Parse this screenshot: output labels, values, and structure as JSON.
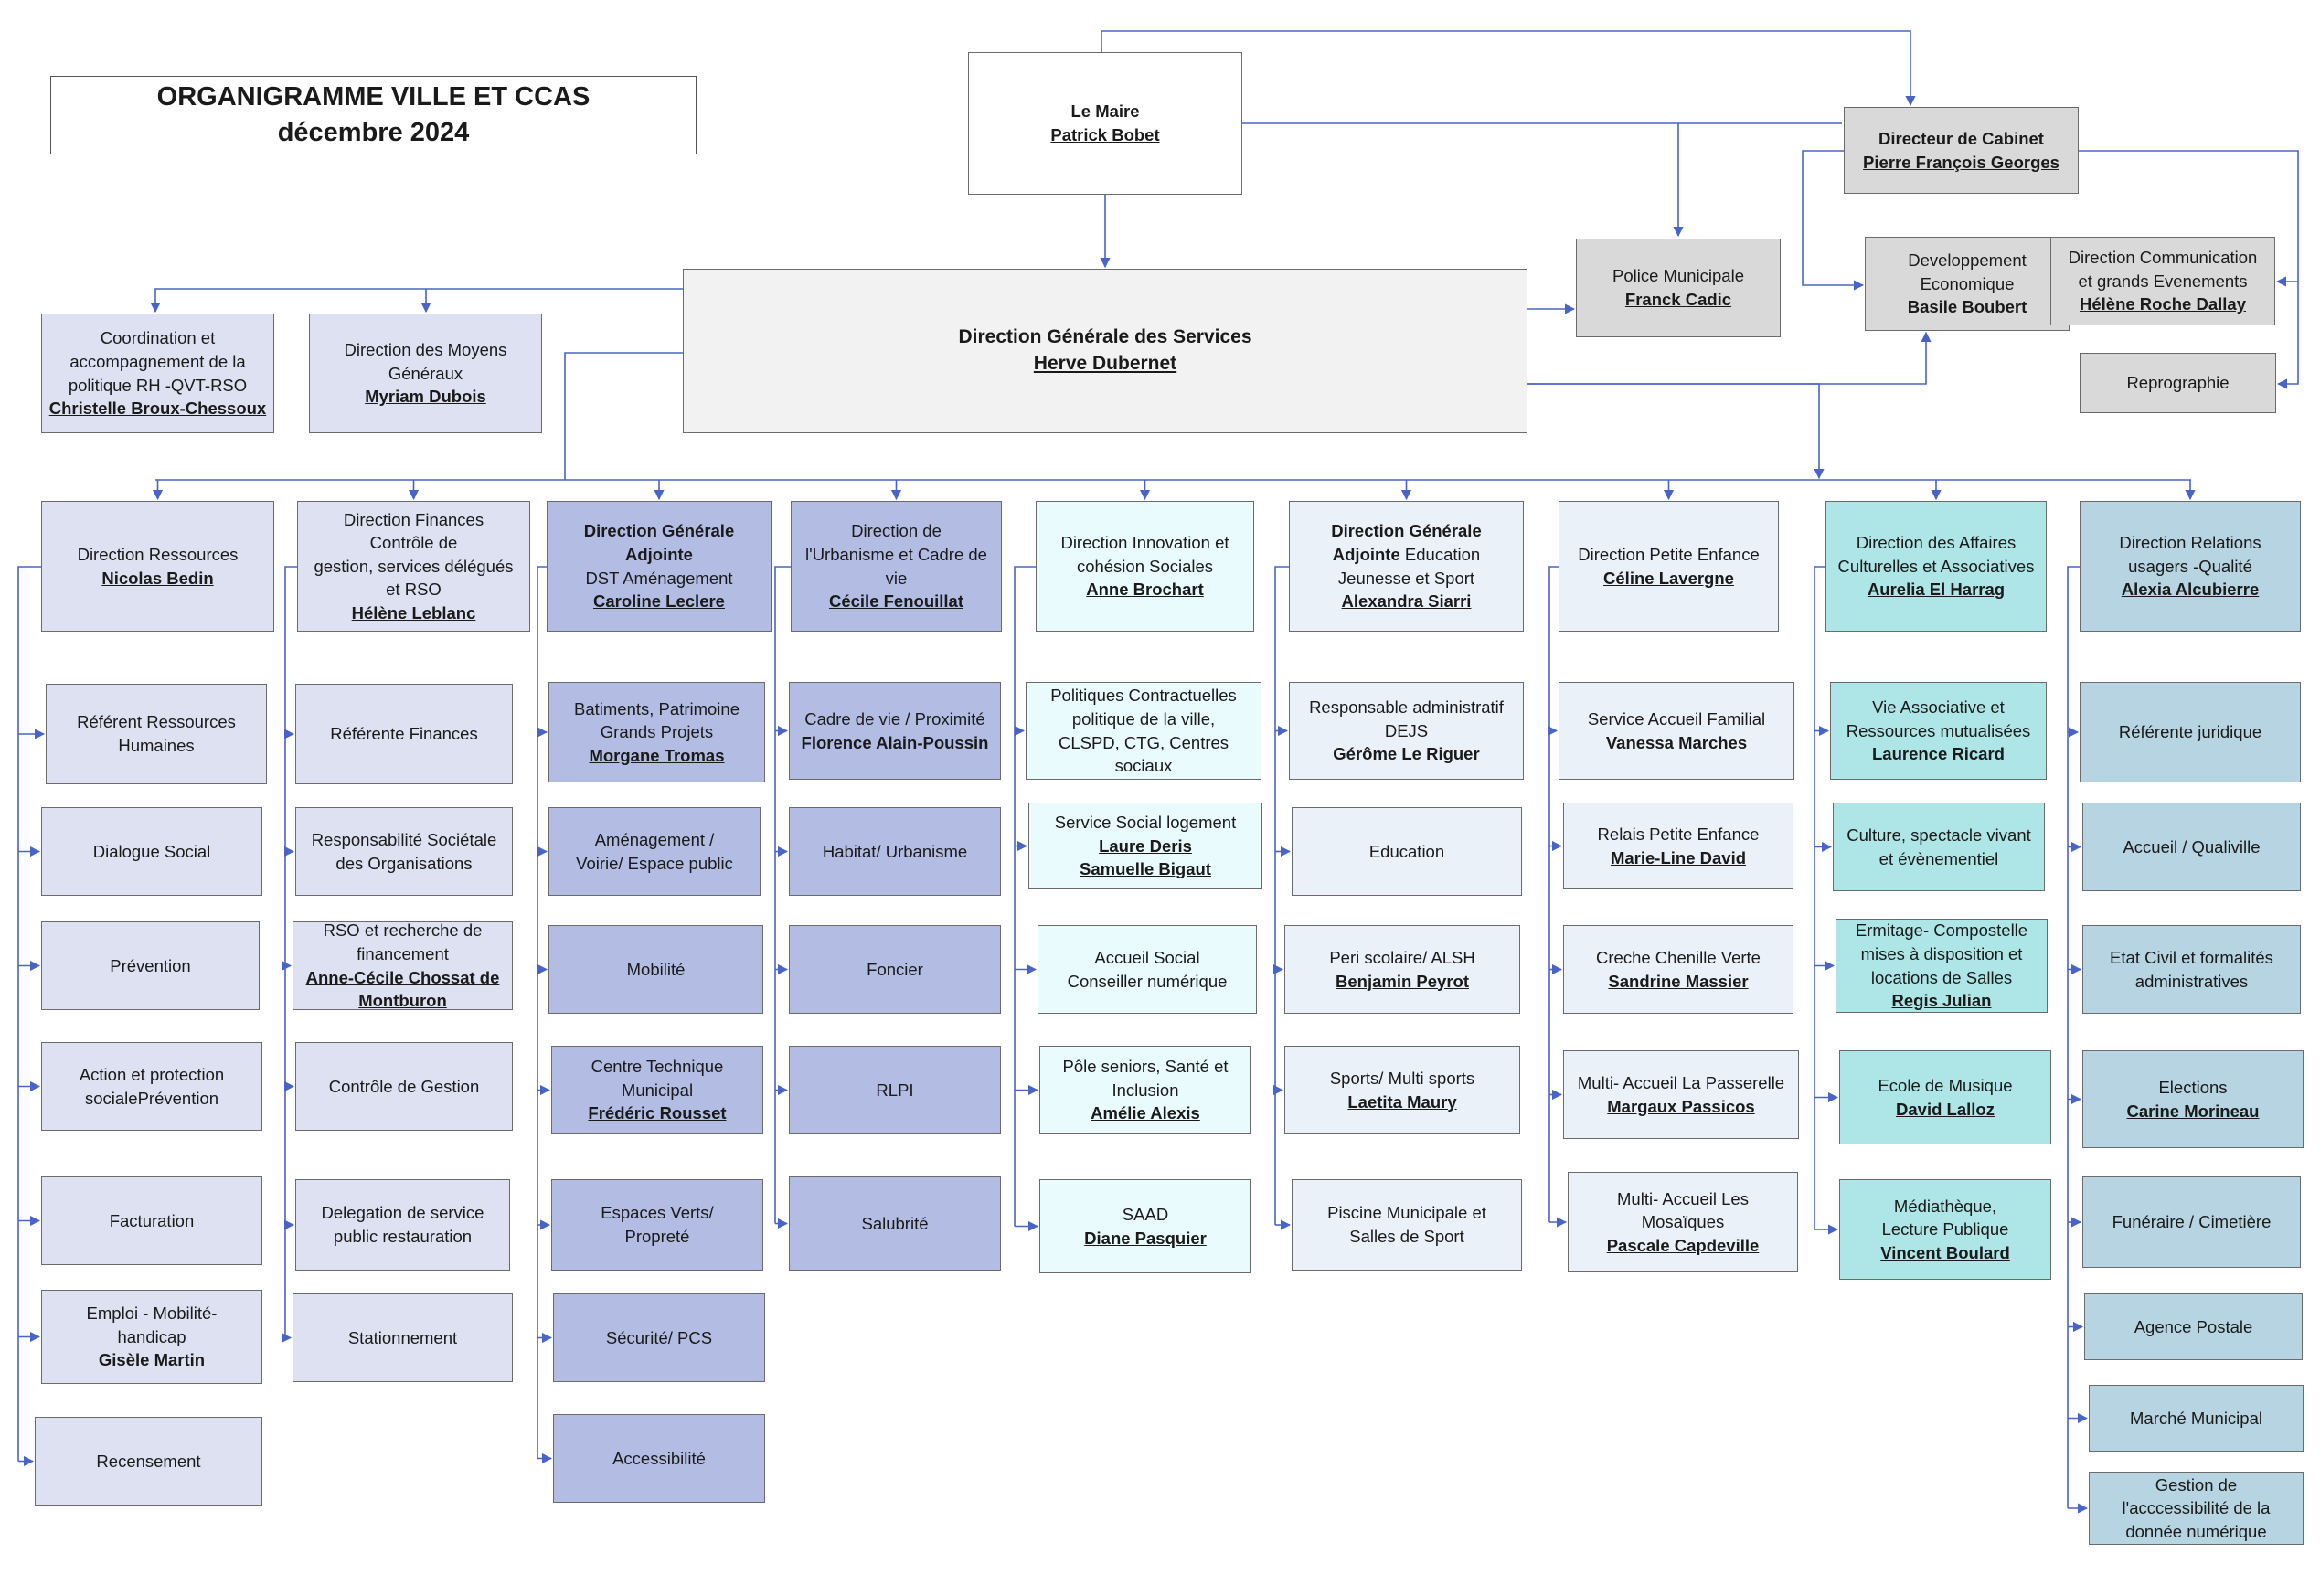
{
  "title": {
    "line1": "ORGANIGRAMME VILLE ET CCAS",
    "line2": "décembre 2024"
  },
  "colors": {
    "line": "#4a63c6",
    "border": "#6b6b6b"
  },
  "top": {
    "maire": {
      "title": "Le Maire",
      "name": "Patrick Bobet"
    },
    "cabinet": {
      "title": "Directeur de Cabinet",
      "name": "Pierre François Georges"
    },
    "police": {
      "title": "Police Municipale",
      "name": "Franck Cadic"
    },
    "dev_eco": {
      "title": "Developpement\nEconomique",
      "name": "Basile Boubert"
    },
    "communication": {
      "title": "Direction  Communication\net grands Evenements",
      "name": "Hélène Roche Dallay"
    },
    "repro": {
      "title": "Reprographie"
    },
    "dgs": {
      "title": "Direction Générale des Services",
      "name": "Herve Dubernet"
    },
    "coordination": {
      "title": "Coordination et\naccompagnement de la\npolitique RH -QVT-RSO",
      "name": "Christelle Broux-Chessoux"
    },
    "moyens": {
      "title": "Direction des Moyens\nGénéraux",
      "name": "Myriam Dubois"
    }
  },
  "columns": [
    {
      "head": {
        "title": "Direction  Ressources",
        "name": "Nicolas Bedin "
      },
      "items": [
        {
          "title": "Référent Ressources\nHumaines"
        },
        {
          "title": "Dialogue Social"
        },
        {
          "title": "Prévention"
        },
        {
          "title": "Action et protection\nsocialePrévention"
        },
        {
          "title": "Facturation"
        },
        {
          "title": "Emploi - Mobilité-\nhandicap",
          "name": "Gisèle Martin"
        },
        {
          "title": "Recensement"
        }
      ]
    },
    {
      "head": {
        "title": "Direction Finances\nContrôle de\ngestion,  services délégués\net RSO",
        "name": "Hélène Leblanc"
      },
      "items": [
        {
          "title": "Référente Finances"
        },
        {
          "title": "Responsabilité Sociétale\ndes Organisations"
        },
        {
          "title": "RSO et recherche de\nfinancement",
          "name": "Anne-Cécile Chossat de\nMontburon"
        },
        {
          "title": "Contrôle de Gestion"
        },
        {
          "title": "Delegation de service\npublic restauration"
        },
        {
          "title": "Stationnement"
        }
      ]
    },
    {
      "head": {
        "bold": "Direction Générale\nAdjointe",
        "title": "DST Aménagement",
        "name": "Caroline Leclere"
      },
      "items": [
        {
          "title": "Batiments, Patrimoine\nGrands Projets",
          "name": "Morgane Tromas"
        },
        {
          "title": "Aménagement /\nVoirie/ Espace public"
        },
        {
          "title": "Mobilité"
        },
        {
          "title": "Centre Technique\nMunicipal",
          "name": "Frédéric Rousset"
        },
        {
          "title": "Espaces Verts/\nPropreté"
        },
        {
          "title": "Sécurité/ PCS"
        },
        {
          "title": "Accessibilité"
        }
      ]
    },
    {
      "head": {
        "title": "Direction de\nl'Urbanisme et Cadre de\nvie",
        "name": "Cécile Fenouillat"
      },
      "items": [
        {
          "title": "Cadre de vie / Proximité",
          "name": "Florence Alain-Poussin"
        },
        {
          "title": "Habitat/ Urbanisme"
        },
        {
          "title": "Foncier"
        },
        {
          "title": "RLPI"
        },
        {
          "title": "Salubrité"
        }
      ]
    },
    {
      "head": {
        "title": "Direction Innovation et\ncohésion Sociales",
        "name": "Anne Brochart"
      },
      "items": [
        {
          "title": "Politiques Contractuelles\npolitique de la ville,\nCLSPD, CTG, Centres\nsociaux"
        },
        {
          "title": "Service Social  logement",
          "name": "Laure Deris\nSamuelle Bigaut"
        },
        {
          "title": "Accueil Social\nConseiller numérique"
        },
        {
          "title": "Pôle seniors, Santé et\nInclusion",
          "name": "Amélie Alexis"
        },
        {
          "title": "SAAD",
          "name": "Diane Pasquier"
        }
      ]
    },
    {
      "head": {
        "bold": "Direction Générale\nAdjointe",
        "title_inline": " Education\nJeunesse et Sport",
        "name": "Alexandra Siarri"
      },
      "items": [
        {
          "title": "Responsable administratif\nDEJS",
          "name": "Gérôme Le Riguer"
        },
        {
          "title": "Education"
        },
        {
          "title": "Peri scolaire/ ALSH",
          "name": "Benjamin Peyrot"
        },
        {
          "title": "Sports/ Multi sports",
          "name": "Laetita Maury"
        },
        {
          "title": "Piscine Municipale et\nSalles de Sport"
        }
      ]
    },
    {
      "head": {
        "title": "Direction Petite Enfance",
        "name": "Céline Lavergne"
      },
      "items": [
        {
          "title": "Service Accueil Familial",
          "name": "Vanessa Marches"
        },
        {
          "title": "Relais Petite Enfance",
          "name": "Marie-Line David"
        },
        {
          "title": "Creche Chenille Verte",
          "name": "Sandrine Massier"
        },
        {
          "title": "Multi- Accueil La Passerelle",
          "name": "Margaux Passicos"
        },
        {
          "title": "Multi- Accueil Les\nMosaïques",
          "name": "Pascale Capdeville"
        }
      ]
    },
    {
      "head": {
        "title": "Direction des Affaires\nCulturelles et Associatives",
        "name": "Aurelia El Harrag"
      },
      "items": [
        {
          "title": "Vie Associative et\nRessources mutualisées",
          "name": "Laurence Ricard"
        },
        {
          "title": "Culture, spectacle vivant\net évènementiel"
        },
        {
          "title": "Ermitage- Compostelle\nmises à disposition et\nlocations de Salles",
          "name": "Regis Julian"
        },
        {
          "title": "Ecole de Musique",
          "name": "David Lalloz"
        },
        {
          "title": "Médiathèque,\nLecture Publique",
          "name": "Vincent Boulard"
        }
      ]
    },
    {
      "head": {
        "title": "Direction Relations\nusagers -Qualité",
        "name": "Alexia Alcubierre"
      },
      "items": [
        {
          "title": "Référente juridique"
        },
        {
          "title": "Accueil / Qualiville"
        },
        {
          "title": "Etat Civil et formalités\nadministratives"
        },
        {
          "title": "Elections",
          "name": "Carine Morineau"
        },
        {
          "title": "Funéraire / Cimetière"
        },
        {
          "title": "Agence Postale"
        },
        {
          "title": "Marché Municipal"
        },
        {
          "title": "Gestion de\nl'acccessibilité de la\ndonnée numérique"
        }
      ]
    }
  ]
}
